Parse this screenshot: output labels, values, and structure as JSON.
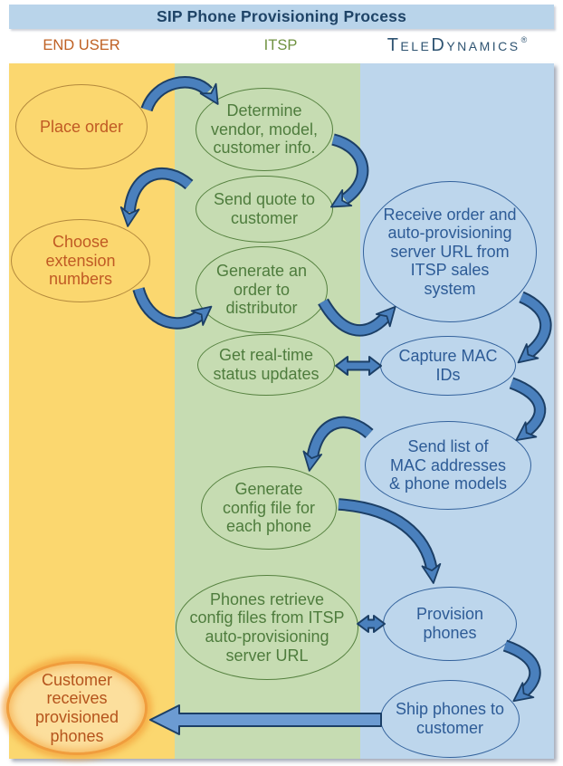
{
  "title": "SIP Phone Provisioning Process",
  "lanes": [
    {
      "id": "end-user",
      "label": "END USER",
      "color": "#fbd76f"
    },
    {
      "id": "itsp",
      "label": "ITSP",
      "color": "#c6dcb2"
    },
    {
      "id": "teledynamics",
      "label": "TeleDynamics",
      "reg": "®",
      "color": "#bdd6ec"
    }
  ],
  "nodes": {
    "place_order": {
      "lane": "end-user",
      "label": "Place order"
    },
    "determine_vendor": {
      "lane": "itsp",
      "label": "Determine\nvendor, model,\ncustomer info."
    },
    "send_quote": {
      "lane": "itsp",
      "label": "Send quote to\ncustomer"
    },
    "choose_extensions": {
      "lane": "end-user",
      "label": "Choose\nextension\nnumbers"
    },
    "generate_order": {
      "lane": "itsp",
      "label": "Generate an\norder to\ndistributor"
    },
    "get_status": {
      "lane": "itsp",
      "label": "Get real-time\nstatus updates"
    },
    "receive_order": {
      "lane": "teledynamics",
      "label": "Receive order and\nauto-provisioning\nserver URL from\nITSP sales\nsystem"
    },
    "capture_mac": {
      "lane": "teledynamics",
      "label": "Capture MAC\nIDs"
    },
    "send_list": {
      "lane": "teledynamics",
      "label": "Send list of\nMAC addresses\n& phone models"
    },
    "generate_config": {
      "lane": "itsp",
      "label": "Generate\nconfig file for\neach phone"
    },
    "phones_retrieve": {
      "lane": "itsp",
      "label": "Phones retrieve\nconfig files from ITSP\nauto-provisioning\nserver URL"
    },
    "provision_phones": {
      "lane": "teledynamics",
      "label": "Provision\nphones"
    },
    "ship_phones": {
      "lane": "teledynamics",
      "label": "Ship phones to\ncustomer"
    },
    "customer_receives": {
      "lane": "end-user",
      "label": "Customer\nreceives\nprovisioned\nphones"
    }
  },
  "edges": [
    {
      "from": "place_order",
      "to": "determine_vendor",
      "style": "curved"
    },
    {
      "from": "determine_vendor",
      "to": "send_quote",
      "style": "curved"
    },
    {
      "from": "send_quote",
      "to": "choose_extensions",
      "style": "curved"
    },
    {
      "from": "choose_extensions",
      "to": "generate_order",
      "style": "curved"
    },
    {
      "from": "generate_order",
      "to": "receive_order",
      "style": "curved"
    },
    {
      "from": "receive_order",
      "to": "capture_mac",
      "style": "curved"
    },
    {
      "from": "get_status",
      "to": "capture_mac",
      "style": "double"
    },
    {
      "from": "capture_mac",
      "to": "send_list",
      "style": "curved"
    },
    {
      "from": "send_list",
      "to": "generate_config",
      "style": "curved"
    },
    {
      "from": "generate_config",
      "to": "provision_phones",
      "style": "curved"
    },
    {
      "from": "phones_retrieve",
      "to": "provision_phones",
      "style": "double"
    },
    {
      "from": "provision_phones",
      "to": "ship_phones",
      "style": "curved"
    },
    {
      "from": "ship_phones",
      "to": "customer_receives",
      "style": "straight"
    }
  ],
  "colors": {
    "page_bg": "#ffffff",
    "titlebar_bg": "#b9d4ea",
    "title_text": "#1f4467",
    "lane_yellow": "#fbd76f",
    "lane_green": "#c6dcb2",
    "lane_blue": "#bdd6ec",
    "header_enduser": "#bf6023",
    "header_itsp": "#6f9240",
    "header_teledynamics": "#2f5472",
    "enduser_text": "#c05a24",
    "itsp_text": "#4e7c3d",
    "teledynamics_text": "#2d5b96",
    "node_yellow_border": "#b3893c",
    "node_green_border": "#55813f",
    "node_blue_border": "#33629c",
    "final_border": "#f09d3d",
    "final_fill": "#fcdf9d",
    "arrow_fill": "#4a80bd",
    "arrow_dark": "#1c3f66",
    "arrow_flat": "#6c9bd2"
  }
}
